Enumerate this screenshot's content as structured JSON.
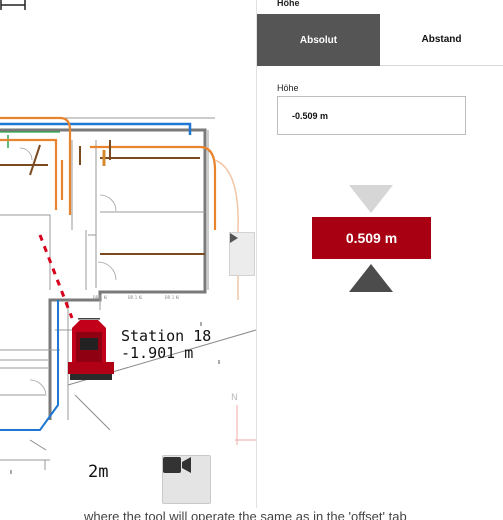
{
  "map": {
    "station_name": "Station 18",
    "station_value": "-1.901 m",
    "scale_label": "2m",
    "icons": {
      "camera": "video-camera-icon",
      "expand": "chevron-right-icon",
      "tool": "total-station-icon"
    }
  },
  "panel": {
    "title": "Höhe",
    "tabs": [
      {
        "label": "Absolut",
        "active": true
      },
      {
        "label": "Abstand",
        "active": false
      }
    ],
    "field_label": "Höhe",
    "field_value": "-0.509 m",
    "value_display": "0.509 m",
    "colors": {
      "accent": "#a80012",
      "tab_active": "#555555",
      "arrow_up": "#d6d6d6",
      "arrow_down": "#4c4c4c"
    }
  },
  "footer_text": "where the tool will operate the same as in the 'offset' tab"
}
